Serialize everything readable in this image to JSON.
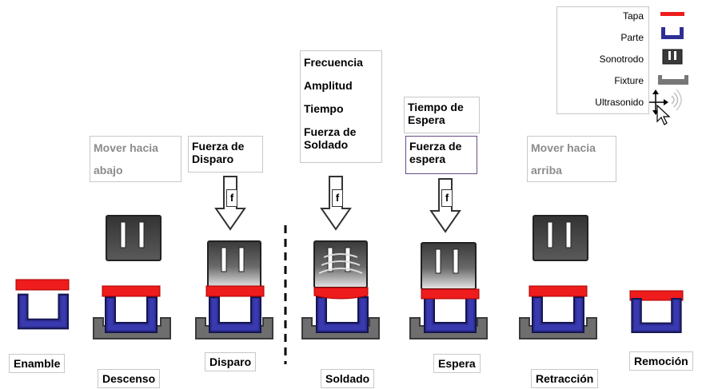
{
  "legend": {
    "tapa": "Tapa",
    "parte": "Parte",
    "sonotrodo": "Sonotrodo",
    "fixture": "Fixture",
    "ultrasonido": "Ultrasonido"
  },
  "top_boxes": {
    "descenso": [
      "Mover hacia",
      "abajo"
    ],
    "disparo": [
      "Fuerza de",
      "Disparo"
    ],
    "soldado": [
      "Frecuencia",
      "Amplitud",
      "Tiempo",
      "Fuerza de",
      "Soldado"
    ],
    "espera_tiempo": [
      "Tiempo de",
      "Espera"
    ],
    "espera_fuerza": [
      "Fuerza de",
      "espera"
    ],
    "retraccion": [
      "Mover hacia",
      "arriba"
    ]
  },
  "force_label": "f",
  "stages": {
    "enamble": "Enamble",
    "descenso": "Descenso",
    "disparo": "Disparo",
    "soldado": "Soldado",
    "espera": "Espera",
    "retraccion": "Retracción",
    "remocion": "Remoción"
  },
  "colors": {
    "tapa": "#ee1c1c",
    "parte": "#2e2e96",
    "sonotrodo": "#4a4a4a",
    "fixture": "#6e6e6e"
  }
}
